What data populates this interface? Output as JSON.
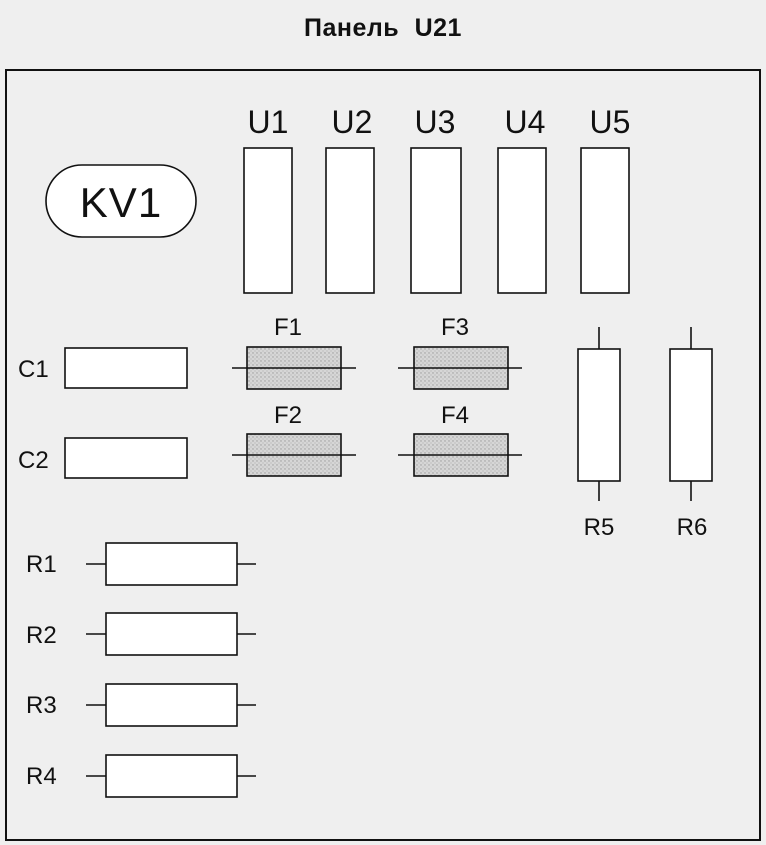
{
  "title": "Панель  U21",
  "relay": {
    "label": "KV1"
  },
  "units": [
    {
      "label": "U1"
    },
    {
      "label": "U2"
    },
    {
      "label": "U3"
    },
    {
      "label": "U4"
    },
    {
      "label": "U5"
    }
  ],
  "fuses": [
    {
      "label": "F1"
    },
    {
      "label": "F2"
    },
    {
      "label": "F3"
    },
    {
      "label": "F4"
    }
  ],
  "capacitors": [
    {
      "label": "C1"
    },
    {
      "label": "C2"
    }
  ],
  "resistors_horizontal": [
    {
      "label": "R1"
    },
    {
      "label": "R2"
    },
    {
      "label": "R3"
    },
    {
      "label": "R4"
    }
  ],
  "resistors_vertical": [
    {
      "label": "R5"
    },
    {
      "label": "R6"
    }
  ]
}
